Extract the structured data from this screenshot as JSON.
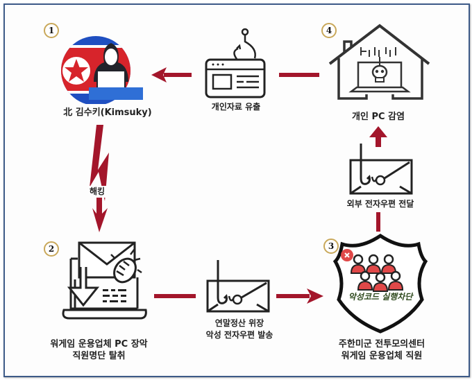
{
  "diagram": {
    "nodes": [
      {
        "id": "1",
        "number": "1",
        "label": "北 김수키(Kimsuky)",
        "icon": "hacker-flag-icon"
      },
      {
        "id": "2",
        "number": "2",
        "label_line1": "워게임 운용업체 PC 장악",
        "label_line2": "직원명단 탈취",
        "icon": "laptop-bug-email-icon"
      },
      {
        "id": "3",
        "number": "3",
        "label_line1": "주한미군 전투모의센터",
        "label_line2": "워게임 운용업체 직원",
        "icon": "shield-people-icon",
        "badge_text": "악성코드 실행차단"
      },
      {
        "id": "4",
        "number": "4",
        "label": "개인 PC 감염",
        "icon": "house-infected-laptop-icon"
      }
    ],
    "edges": [
      {
        "from": "1",
        "to": "2",
        "label": "해킹",
        "icon": "lightning-icon"
      },
      {
        "from": "2",
        "to": "3",
        "label_line1": "연말정산 위장",
        "label_line2": "악성 전자우편 발송",
        "icon": "phishing-email-icon"
      },
      {
        "from": "3",
        "to": "4",
        "label": "외부 전자우편 전달",
        "icon": "phishing-email-icon"
      },
      {
        "from": "4",
        "to": "1",
        "label": "개인자료 유출",
        "icon": "phishing-browser-icon"
      }
    ],
    "colors": {
      "arrow": "#a3162b",
      "frame": "#3d5a88",
      "badge_ring": "#c9a85a",
      "people": "#e04848",
      "flag_blue": "#1f4fc1",
      "flag_red": "#d7242b"
    }
  }
}
